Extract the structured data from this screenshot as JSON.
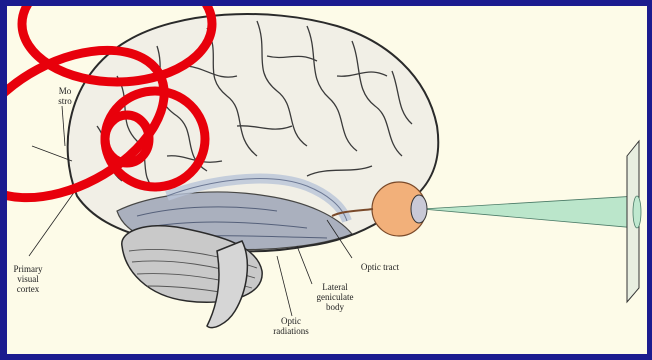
{
  "labels": {
    "primary_visual_cortex": "Primary\nvisual\ncortex",
    "optic_tract": "Optic tract",
    "lateral_geniculate_body": "Lateral\ngeniculate\nbody",
    "optic_radiations": "Optic\nradiations",
    "partial_label": "Mo\nstro"
  },
  "colors": {
    "frame": "#1b1b8f",
    "background": "#fdfbe8",
    "annotation_circles": "#e8000b",
    "light_beam": "#8fd9b8",
    "eye": "#f2b07a"
  },
  "annotation_circle_count": 4
}
